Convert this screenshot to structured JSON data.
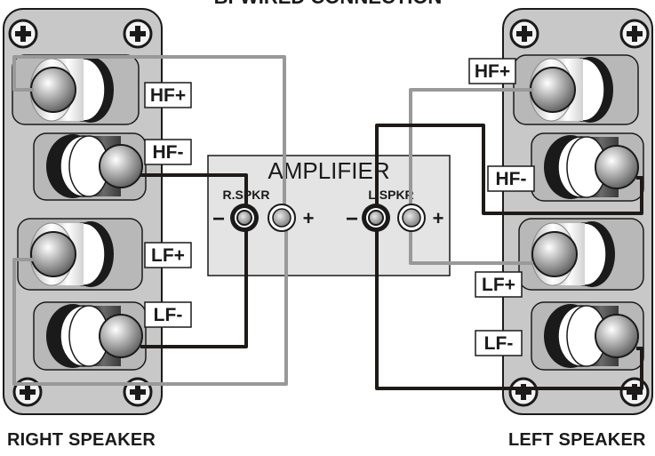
{
  "diagram": {
    "title": "BI-WIRED CONNECTION",
    "amplifier": {
      "label": "AMPLIFIER",
      "right_channel": "R.SPKR",
      "left_channel": "L.SPKR",
      "minus": "−",
      "plus": "+"
    },
    "right_speaker": {
      "caption": "RIGHT SPEAKER",
      "terminals": [
        "HF+",
        "HF-",
        "LF+",
        "LF-"
      ]
    },
    "left_speaker": {
      "caption": "LEFT SPEAKER",
      "terminals": [
        "HF+",
        "HF-",
        "LF+",
        "LF-"
      ]
    }
  },
  "colors": {
    "panel_fill": "#c8c8c8",
    "panel_stroke": "#1a1a1a",
    "positive_wire": "#999999",
    "negative_wire": "#1f1a17",
    "amplifier_fill": "#e4e4e4"
  }
}
